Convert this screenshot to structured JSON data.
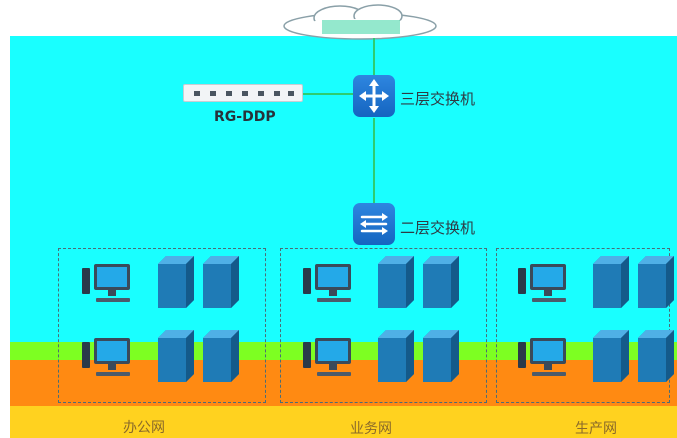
{
  "core": {
    "l3_switch_label": "三层交换机",
    "l2_switch_label": "二层交换机"
  },
  "appliance": {
    "label": "RG-DDP"
  },
  "groups": [
    {
      "label": "办公网"
    },
    {
      "label": "业务网"
    },
    {
      "label": "生产网"
    }
  ],
  "icons": {
    "cloud": "cloud-icon",
    "l3_switch": "router-switch-icon",
    "l2_switch": "switch-icon",
    "workstation": "computer-icon",
    "server": "server-icon",
    "appliance": "security-appliance-icon"
  },
  "colors": {
    "accent_line": "#2ecc71",
    "switch_blue": "#1e78d8",
    "band_cyan": "#19ffff",
    "band_green": "#7dff22",
    "band_orange": "#ff8a12",
    "band_yellow": "#ffd21f"
  }
}
